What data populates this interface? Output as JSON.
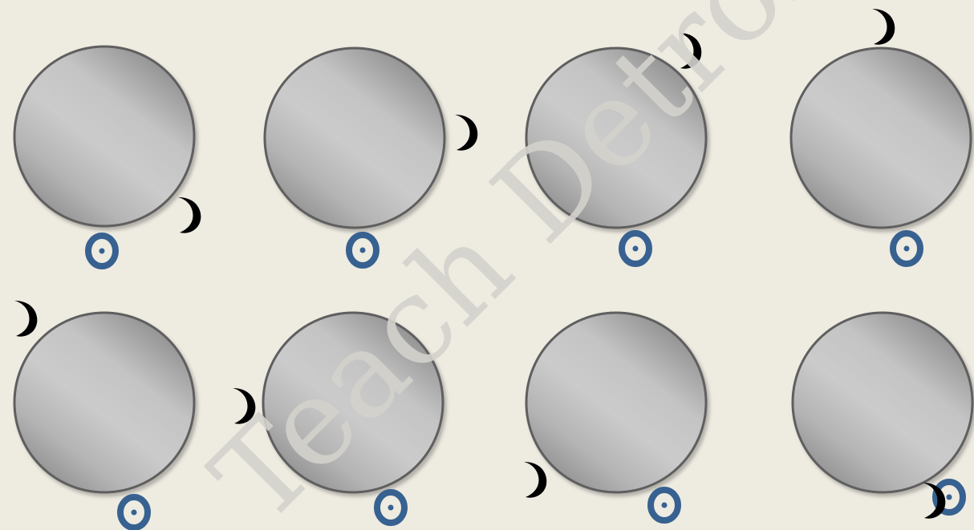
{
  "watermark": {
    "text": "Teach Detroit Reserve"
  },
  "colors": {
    "background": "#eeebe1",
    "earth_light": "#cccccc",
    "earth_dark": "#8a8a8a",
    "earth_outline": "#5f5f5f",
    "moon": "#a04e12",
    "sun_marker": "#376190"
  },
  "icons": {
    "planet": "earth-circle",
    "moon": "crescent-moon-icon",
    "sun": "sun-marker-icon"
  },
  "panels": [
    {
      "id": "panel-1"
    },
    {
      "id": "panel-2"
    },
    {
      "id": "panel-3"
    },
    {
      "id": "panel-4"
    },
    {
      "id": "panel-5"
    },
    {
      "id": "panel-6"
    },
    {
      "id": "panel-7"
    },
    {
      "id": "panel-8"
    }
  ]
}
